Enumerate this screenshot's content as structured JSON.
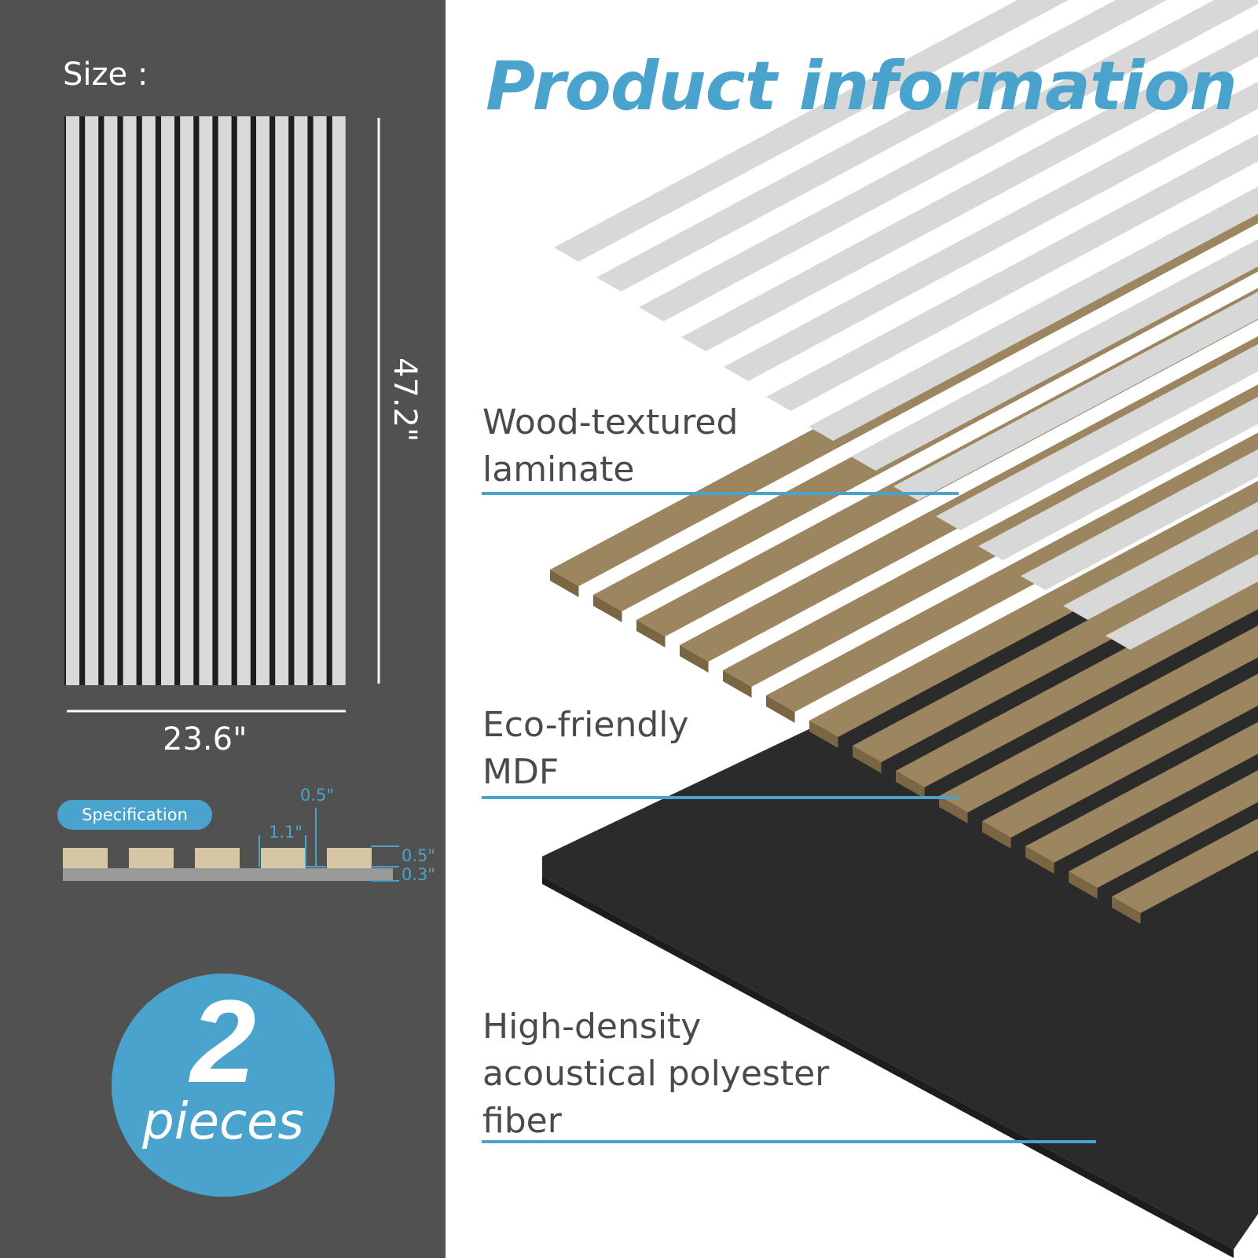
{
  "left_panel": {
    "size_label": "Size :",
    "width_dim": "23.6\"",
    "height_dim": "47.2\"",
    "spec_badge": "Specification",
    "spec_dims": {
      "slat_width": "1.1\"",
      "gap": "0.5\"",
      "slat_height": "0.5\"",
      "base_thickness": "0.3\""
    },
    "pieces": {
      "count": "2",
      "unit": "pieces"
    }
  },
  "right_panel": {
    "title": "Product information",
    "layers": [
      {
        "line1": "Wood-textured",
        "line2": "laminate"
      },
      {
        "line1": "Eco-friendly",
        "line2": "MDF"
      },
      {
        "line1": "High-density",
        "line2": "acoustical polyester",
        "line3": "fiber"
      }
    ]
  },
  "colors": {
    "accent": "#4aa3cc",
    "panel_bg": "#515151",
    "wood": "#9c8660",
    "felt": "#2b2b2b",
    "laminate": "#d8d8d8"
  }
}
